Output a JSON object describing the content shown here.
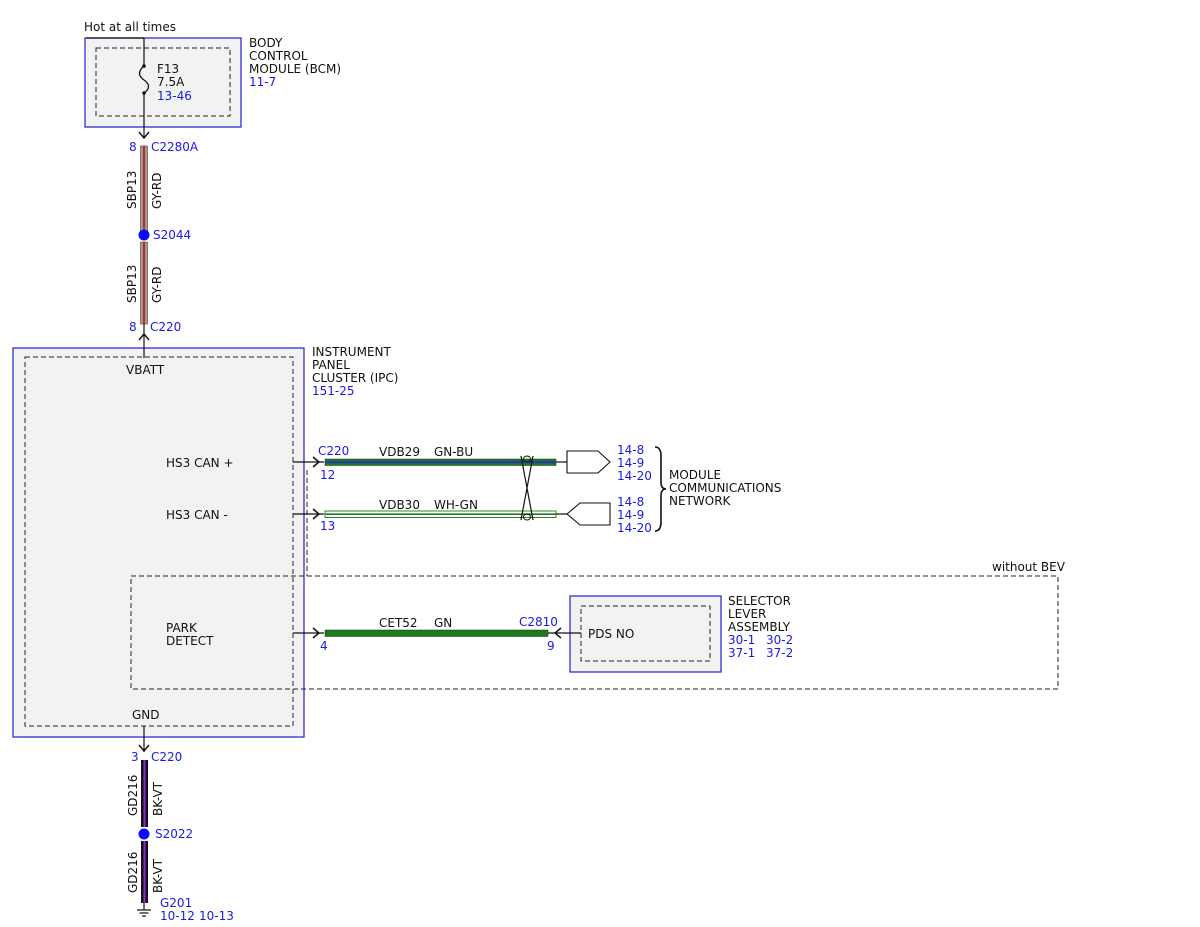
{
  "colors": {
    "module_border": "#2f2fd4",
    "module_fill": "#f2f2f2",
    "reference_text": "#1a1ae6",
    "splice_dot": "#0a0aff",
    "wire_gy": "#9a9a9a",
    "wire_rd": "#d42020",
    "wire_bk": "#111111",
    "wire_vt": "#8a2be2",
    "wire_gn": "#1f7a1f",
    "wire_bu": "#2a2ad8",
    "wire_wh": "#ffffff"
  },
  "power": {
    "label": "Hot at all times"
  },
  "bcm": {
    "name_lines": [
      "BODY",
      "CONTROL",
      "MODULE (BCM)"
    ],
    "ref": "11-7",
    "fuse": {
      "id": "F13",
      "rating": "7.5A",
      "ref": "13-46"
    }
  },
  "ipc": {
    "name_lines": [
      "INSTRUMENT",
      "PANEL",
      "CLUSTER (IPC)"
    ],
    "ref": "151-25",
    "pins": {
      "vbatt": "VBATT",
      "can_plus": "HS3 CAN +",
      "can_minus": "HS3 CAN -",
      "park_detect_lines": [
        "PARK",
        "DETECT"
      ],
      "gnd": "GND"
    }
  },
  "feed": {
    "upper": {
      "pin": "8",
      "connector": "C2280A",
      "circuit": "SBP13",
      "color": "GY-RD"
    },
    "splice": "S2044",
    "lower": {
      "pin": "8",
      "connector": "C220",
      "circuit": "SBP13",
      "color": "GY-RD"
    }
  },
  "can": {
    "connector": "C220",
    "plus": {
      "pin": "12",
      "circuit": "VDB29",
      "color": "GN-BU"
    },
    "minus": {
      "pin": "13",
      "circuit": "VDB30",
      "color": "WH-GN"
    },
    "refs_plus": [
      "14-8",
      "14-9",
      "14-20"
    ],
    "refs_minus": [
      "14-8",
      "14-9",
      "14-20"
    ],
    "network_lines": [
      "MODULE",
      "COMMUNICATIONS",
      "NETWORK"
    ]
  },
  "option": {
    "label": "without BEV"
  },
  "park": {
    "ipc_pin": "4",
    "circuit": "CET52",
    "color": "GN",
    "connector": "C2810",
    "sla_pin": "9"
  },
  "selector": {
    "name_lines": [
      "SELECTOR",
      "LEVER",
      "ASSEMBLY"
    ],
    "refs": [
      "30-1",
      "30-2",
      "37-1",
      "37-2"
    ],
    "switch": "PDS NO"
  },
  "ground": {
    "upper": {
      "pin": "3",
      "connector": "C220",
      "circuit": "GD216",
      "color": "BK-VT"
    },
    "splice": "S2022",
    "lower": {
      "circuit": "GD216",
      "color": "BK-VT"
    },
    "point": "G201",
    "refs": [
      "10-12",
      "10-13"
    ]
  }
}
